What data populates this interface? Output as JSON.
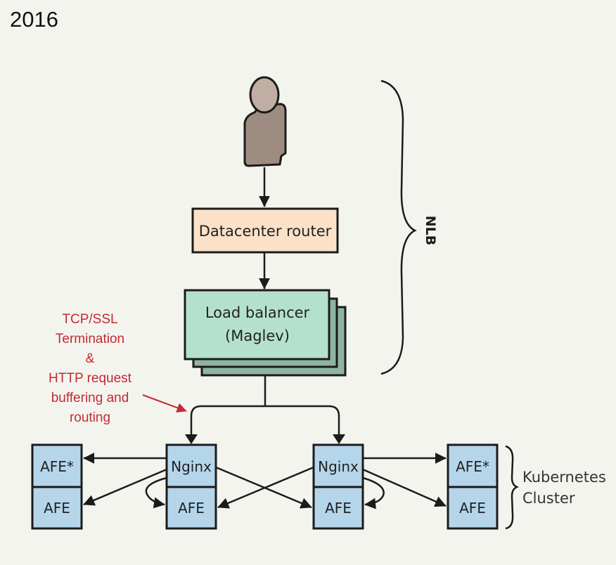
{
  "title": "2016",
  "colors": {
    "background": "#f4f4ef",
    "router_fill": "#fbe1c8",
    "lb_fill": "#b4e1cd",
    "lb_shadow_fill": "#8fb3a4",
    "afe_fill": "#b5d5ea",
    "person_fill": "#9f8c80",
    "person_head": "#c0aea3",
    "annotation_red": "#c42a32",
    "stroke": "#1b1b1b"
  },
  "client": {
    "icon": "person-icon",
    "label": ""
  },
  "datacenter_router": {
    "label": "Datacenter router"
  },
  "load_balancer": {
    "line1": "Load balancer",
    "line2": "(Maglev)"
  },
  "nlb_brace": {
    "label": "NLB"
  },
  "annotation": {
    "lines": [
      "TCP/SSL",
      "Termination",
      "&",
      "HTTP request",
      "buffering and",
      "routing"
    ]
  },
  "cluster": {
    "label_line1": "Kubernetes",
    "label_line2": "Cluster",
    "columns": [
      {
        "top": "AFE*",
        "bottom": "AFE"
      },
      {
        "top": "Nginx",
        "bottom": "AFE"
      },
      {
        "top": "Nginx",
        "bottom": "AFE"
      },
      {
        "top": "AFE*",
        "bottom": "AFE"
      }
    ]
  }
}
